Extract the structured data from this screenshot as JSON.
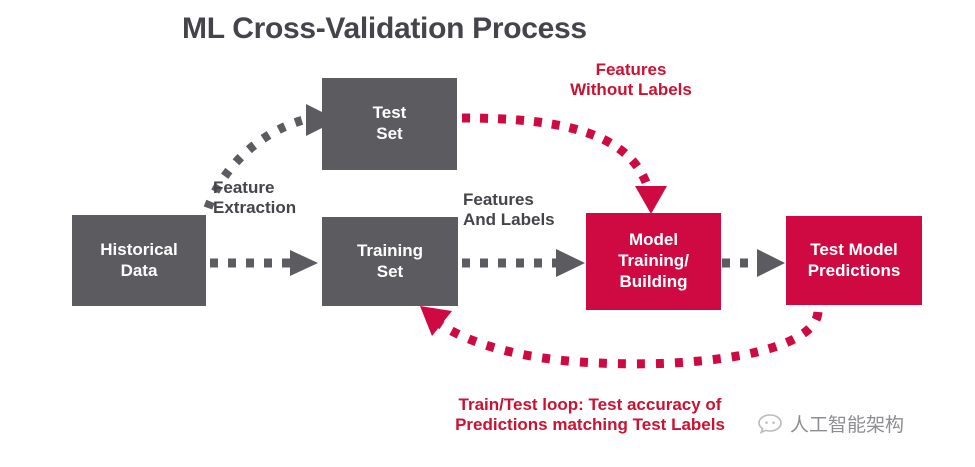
{
  "diagram": {
    "title": "ML Cross-Validation Process",
    "colors": {
      "gray_box": "#5b5b60",
      "red_box": "#cf0a42",
      "gray_text": "#44444a",
      "red_text": "#cc1133",
      "background": "#ffffff"
    },
    "nodes": [
      {
        "id": "historical-data",
        "label": "Historical\nData",
        "style": "gray"
      },
      {
        "id": "test-set",
        "label": "Test\nSet",
        "style": "gray"
      },
      {
        "id": "training-set",
        "label": "Training\nSet",
        "style": "gray"
      },
      {
        "id": "model-training",
        "label": "Model\nTraining/\nBuilding",
        "style": "red"
      },
      {
        "id": "test-model-predictions",
        "label": "Test Model\nPredictions",
        "style": "red"
      }
    ],
    "edge_labels": [
      {
        "id": "feature-extraction",
        "label": "Feature\nExtraction",
        "style": "gray"
      },
      {
        "id": "features-and-labels",
        "label": "Features\nAnd Labels",
        "style": "gray"
      },
      {
        "id": "features-without-labels",
        "label": "Features\nWithout Labels",
        "style": "red"
      }
    ],
    "caption": "Train/Test loop:  Test accuracy of\nPredictions matching  Test Labels",
    "edges": [
      {
        "id": "historical-to-test-set",
        "from": "historical-data",
        "to": "test-set",
        "style": "dotted-gray-curve"
      },
      {
        "id": "historical-to-training-set",
        "from": "historical-data",
        "to": "training-set",
        "style": "dotted-gray-straight"
      },
      {
        "id": "test-set-to-model-training",
        "from": "test-set",
        "to": "model-training",
        "style": "dotted-red-curve"
      },
      {
        "id": "training-set-to-model-training",
        "from": "training-set",
        "to": "model-training",
        "style": "dotted-gray-straight"
      },
      {
        "id": "model-training-to-predictions",
        "from": "model-training",
        "to": "test-model-predictions",
        "style": "dotted-gray-straight"
      },
      {
        "id": "predictions-feedback-loop",
        "from": "test-model-predictions",
        "to": "training-set",
        "style": "dotted-red-curve"
      }
    ]
  },
  "watermark": {
    "text": "人工智能架构",
    "icon": "speech-bubble-icon"
  }
}
